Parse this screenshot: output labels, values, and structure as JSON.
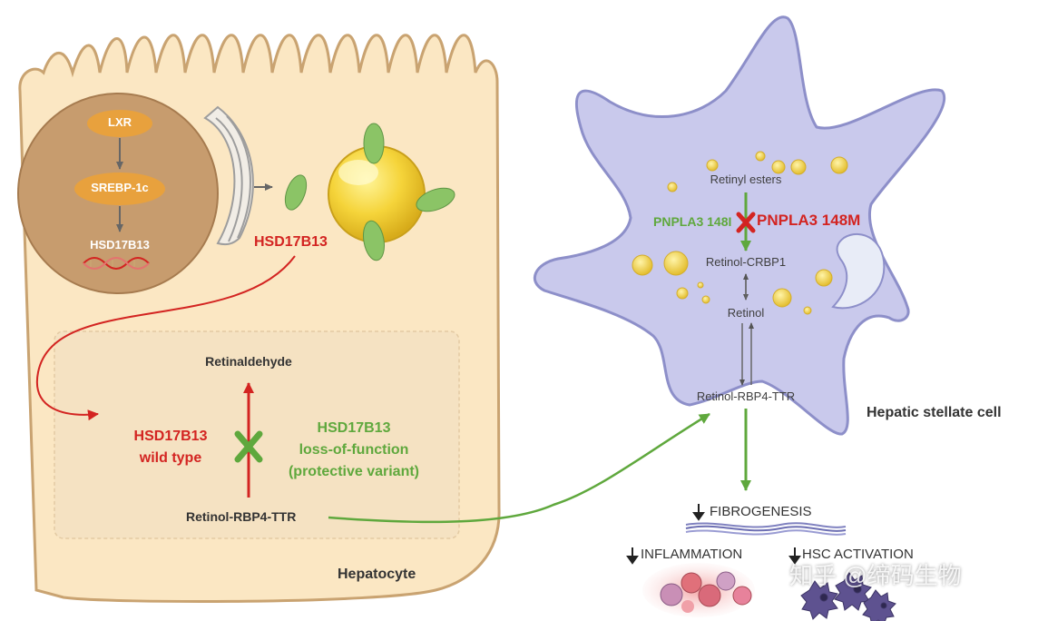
{
  "nucleus": {
    "lxr": "LXR",
    "srebp": "SREBP-1c",
    "gene": "HSD17B13"
  },
  "hepatocyte": {
    "enzyme_label": "HSD17B13",
    "cell_label": "Hepatocyte"
  },
  "pathway_box": {
    "product": "Retinaldehyde",
    "substrate": "Retinol-RBP4-TTR",
    "wild_type_line1": "HSD17B13",
    "wild_type_line2": "wild type",
    "lof_line1": "HSD17B13",
    "lof_line2": "loss-of-function",
    "lof_line3": "(protective variant)"
  },
  "stellate": {
    "cell_label": "Hepatic stellate cell",
    "retinyl_esters": "Retinyl esters",
    "pnpla3_148i": "PNPLA3 148I",
    "pnpla3_148m": "PNPLA3 148M",
    "retinol_crbp1": "Retinol-CRBP1",
    "retinol": "Retinol",
    "retinol_rbp4_ttr": "Retinol-RBP4-TTR"
  },
  "outcomes": {
    "fibrogenesis": "FIBROGENESIS",
    "inflammation": "INFLAMMATION",
    "hsc_activation": "HSC ACTIVATION"
  },
  "watermark": "知乎 @缔码生物",
  "colors": {
    "hepatocyte_fill": "#fbe7c3",
    "hepatocyte_stroke": "#c9a371",
    "nucleus_fill": "#c79c6e",
    "node_fill": "#e8a13d",
    "stellate_fill": "#c9c9ec",
    "stellate_stroke": "#8d8fc9",
    "red": "#d32421",
    "green": "#5fa83d"
  }
}
